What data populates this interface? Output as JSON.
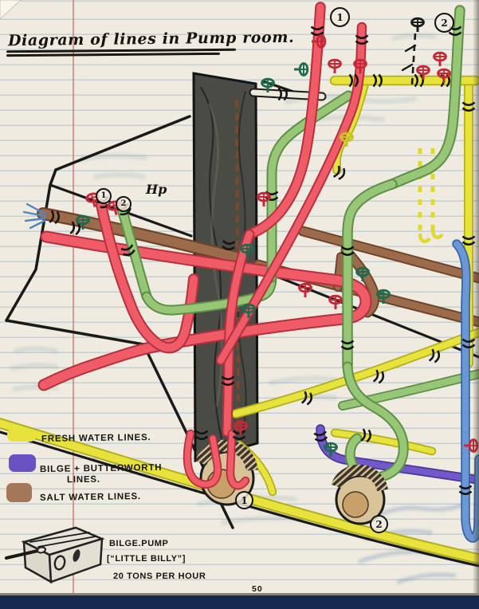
{
  "document": {
    "title": "Diagram of lines in Pump room.",
    "annotation": "Hp",
    "page_number": "50"
  },
  "legend": {
    "items": [
      {
        "name": "fresh-water",
        "color": "#e7e33c",
        "label": "FRESH WATER LINES."
      },
      {
        "name": "bilge-butterworth",
        "color": "#7258c8",
        "label": "BILGE + BUTTERWORTH",
        "label_line2": "LINES."
      },
      {
        "name": "salt-water",
        "color": "#9c6b4c",
        "label": "SALT WATER LINES."
      }
    ]
  },
  "pump_note": {
    "line1": "BILGE.PUMP",
    "line2": "[“LITTLE BILLY”]",
    "line3": "20 TONS PER HOUR"
  },
  "markers": {
    "top_1": "1",
    "top_2": "2",
    "inlet_1": "1",
    "inlet_2": "2",
    "pump_1": "1",
    "pump_2": "2"
  },
  "colors": {
    "paper": "#efebe0",
    "rule_blue": "#9db4c8",
    "margin_red": "#c2584e",
    "fresh_water_yellow": "#e7e33c",
    "bilge_purple": "#7258c8",
    "salt_brown": "#9c6b4c",
    "red_pipe": "#ef5b67",
    "green_pipe": "#98c677",
    "blue_pipe": "#6b97d4",
    "valve_red": "#c62838",
    "valve_green": "#1e6b4e",
    "ink": "#1a1a1a",
    "binding_navy": "#16294e"
  }
}
